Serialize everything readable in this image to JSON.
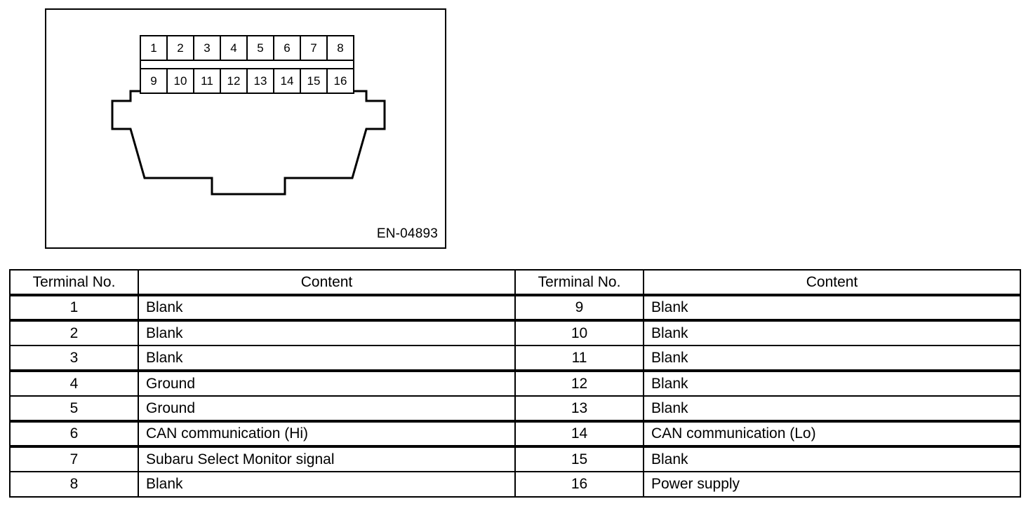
{
  "figure": {
    "code_label": "EN-04893",
    "connector": {
      "top_row_pins": [
        "1",
        "2",
        "3",
        "4",
        "5",
        "6",
        "7",
        "8"
      ],
      "bottom_row_pins": [
        "9",
        "10",
        "11",
        "12",
        "13",
        "14",
        "15",
        "16"
      ]
    }
  },
  "table": {
    "headers": [
      "Terminal No.",
      "Content",
      "Terminal No.",
      "Content"
    ],
    "rows": [
      {
        "left_no": "1",
        "left_content": "Blank",
        "right_no": "9",
        "right_content": "Blank"
      },
      {
        "left_no": "2",
        "left_content": "Blank",
        "right_no": "10",
        "right_content": "Blank"
      },
      {
        "left_no": "3",
        "left_content": "Blank",
        "right_no": "11",
        "right_content": "Blank"
      },
      {
        "left_no": "4",
        "left_content": "Ground",
        "right_no": "12",
        "right_content": "Blank"
      },
      {
        "left_no": "5",
        "left_content": "Ground",
        "right_no": "13",
        "right_content": "Blank"
      },
      {
        "left_no": "6",
        "left_content": "CAN communication (Hi)",
        "right_no": "14",
        "right_content": "CAN communication (Lo)"
      },
      {
        "left_no": "7",
        "left_content": "Subaru Select Monitor signal",
        "right_no": "15",
        "right_content": "Blank"
      },
      {
        "left_no": "8",
        "left_content": "Blank",
        "right_no": "16",
        "right_content": "Power supply"
      }
    ]
  },
  "colors": {
    "ink": "#000000",
    "paper": "#ffffff"
  }
}
